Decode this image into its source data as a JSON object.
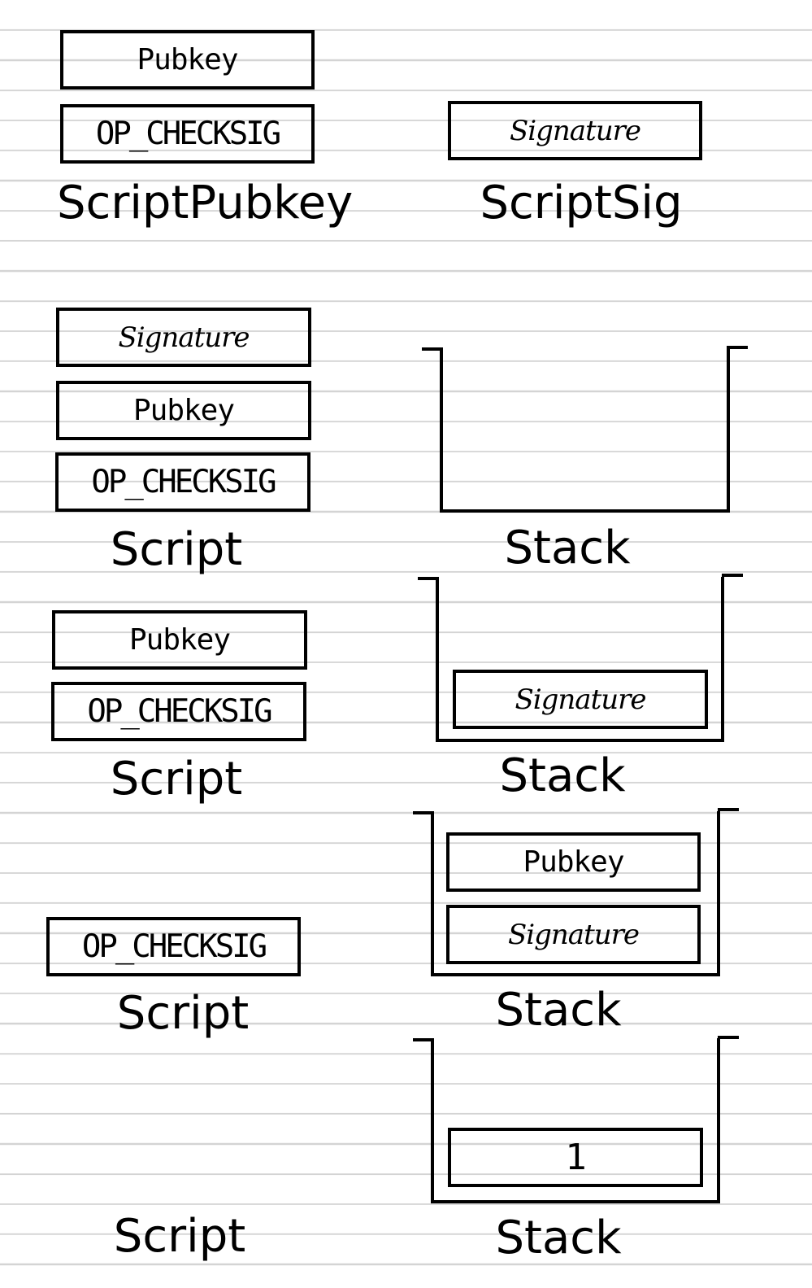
{
  "labels": {
    "pubkey": "Pubkey",
    "op_checksig": "OP_CHECKSIG",
    "signature": "Signature",
    "script_pubkey": "ScriptPubkey",
    "script_sig": "ScriptSig",
    "script": "Script",
    "stack": "Stack",
    "result": "1"
  }
}
